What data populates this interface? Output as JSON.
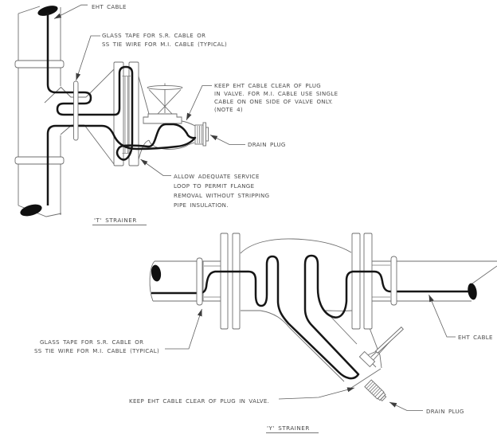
{
  "diagram": {
    "kind": "EHT cable routing detail drawing",
    "colors": {
      "background": "#ffffff",
      "outline": "#6e6e6e",
      "cable": "#161616",
      "text": "#4a4a4a"
    },
    "titles": {
      "t": "'T' STRAINER",
      "y": "'Y' STRAINER"
    },
    "labels": {
      "eht_cable_top": "EHT CABLE",
      "glass_tape_top": [
        "GLASS TAPE FOR S.R. CABLE OR",
        "SS TIE WIRE FOR M.I. CABLE (TYPICAL)"
      ],
      "keep_eht_top": [
        "KEEP EHT CABLE CLEAR OF PLUG",
        "IN VALVE. FOR M.I. CABLE USE SINGLE",
        "CABLE ON ONE SIDE OF VALVE ONLY.",
        "(NOTE 4)"
      ],
      "drain_plug_top": "DRAIN PLUG",
      "service_loop": [
        "ALLOW ADEQUATE SERVICE",
        "LOOP TO PERMIT FLANGE",
        "REMOVAL WITHOUT STRIPPING",
        "PIPE INSULATION."
      ],
      "glass_tape_bottom": [
        "GLASS TAPE FOR S.R. CABLE OR",
        "SS TIE WIRE FOR M.I. CABLE (TYPICAL)"
      ],
      "keep_eht_bottom": "KEEP EHT CABLE CLEAR OF PLUG IN VALVE.",
      "eht_cable_bottom": "EHT CABLE",
      "drain_plug_bottom": "DRAIN PLUG"
    }
  }
}
